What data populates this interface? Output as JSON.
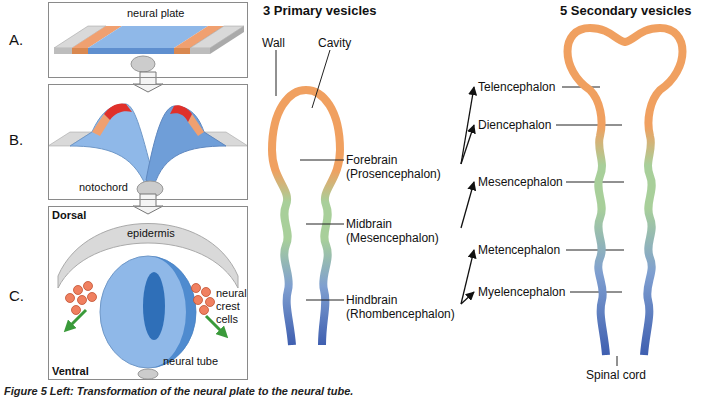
{
  "diagram": {
    "caption": "Figure 5 Left: Transformation of the neural plate to the neural tube.",
    "nodes": [
      {
        "text": [
          "A.",
          "neural plate"
        ]
      },
      {
        "text": [
          "B.",
          "notochord"
        ]
      },
      {
        "text": [
          "C.",
          "Dorsal",
          "epidermis",
          "neural crest cells",
          "neural tube",
          "Ventral"
        ]
      },
      {
        "text": [
          "Forebrain (Prosencephalon)"
        ]
      },
      {
        "text": [
          "Midbrain (Mesencephalon)"
        ]
      },
      {
        "text": [
          "Hindbrain (Rhombencephalon)"
        ]
      },
      {
        "text": [
          "Telencephalon"
        ]
      },
      {
        "text": [
          "Diencephalon"
        ]
      },
      {
        "text": [
          "Mesencephalon"
        ]
      },
      {
        "text": [
          "Metencephalon"
        ]
      },
      {
        "text": [
          "Myelencephalon"
        ]
      }
    ],
    "edges": [
      {
        "from": 0,
        "to": 1,
        "arrow": "to"
      },
      {
        "from": 1,
        "to": 2,
        "arrow": "to"
      },
      {
        "from": 3,
        "to": 6,
        "arrow": "to"
      },
      {
        "from": 3,
        "to": 7,
        "arrow": "to"
      },
      {
        "from": 4,
        "to": 8,
        "arrow": "to"
      },
      {
        "from": 5,
        "to": 9,
        "arrow": "to"
      },
      {
        "from": 5,
        "to": 10,
        "arrow": "to"
      }
    ],
    "labels": [
      "3 Primary vesicles",
      "Wall",
      "Cavity",
      "5 Secondary vesicles",
      "Spinal cord"
    ]
  }
}
